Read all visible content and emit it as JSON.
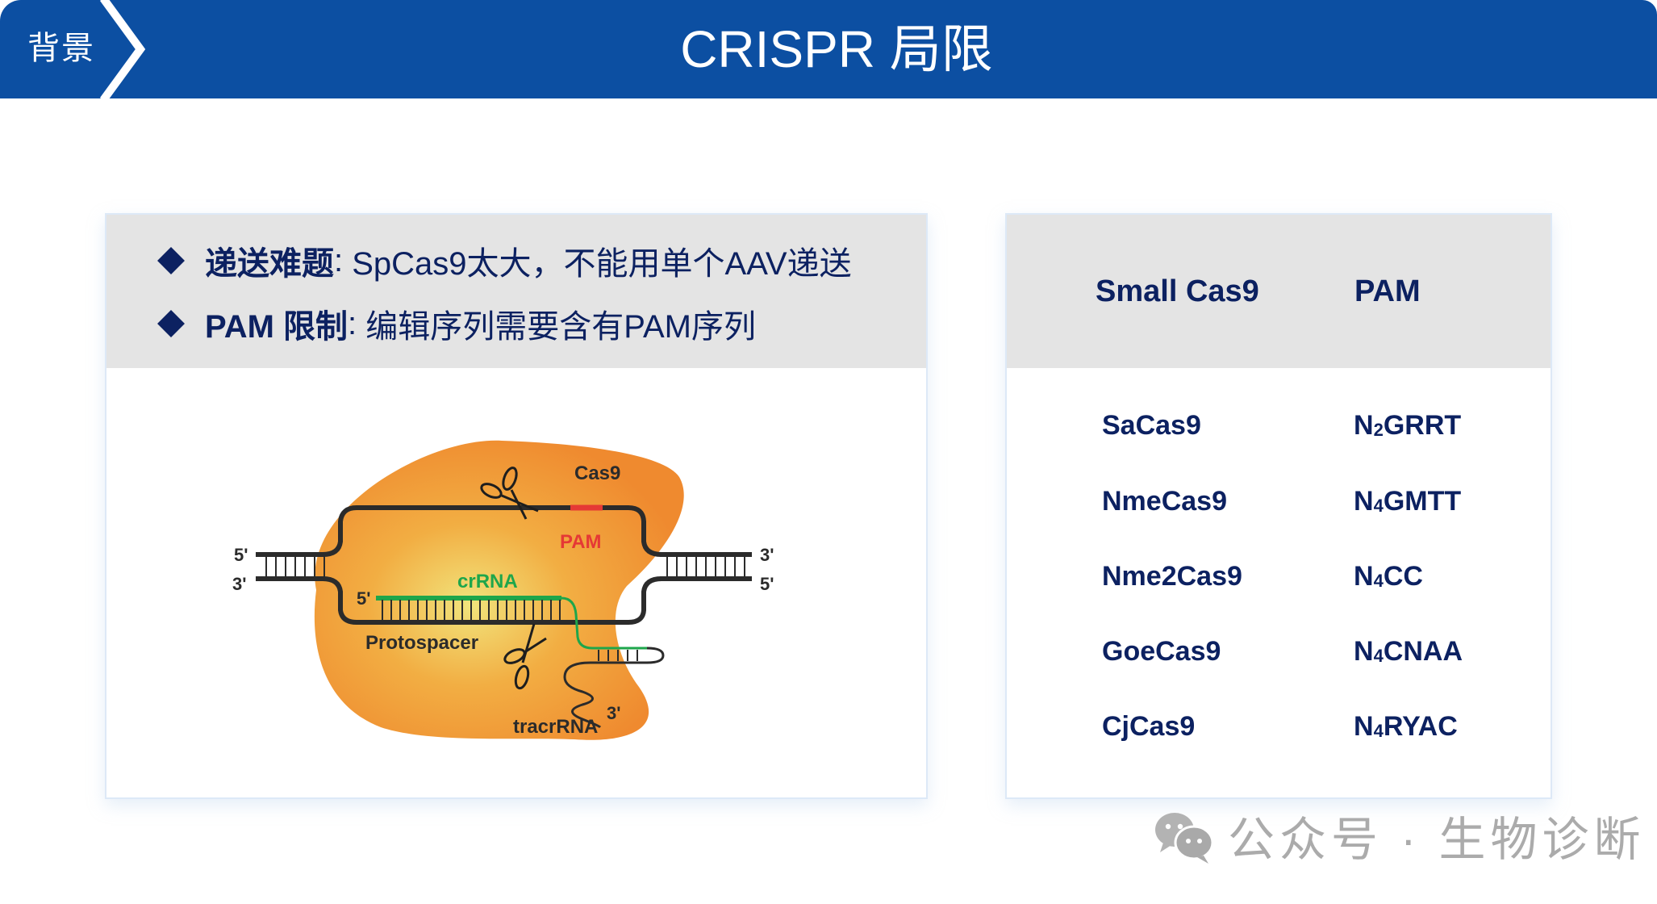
{
  "header": {
    "section_tag": "背景",
    "title": "CRISPR 局限",
    "colors": {
      "header_bg": "#0c4fa2",
      "text_navy": "#0c2161",
      "panel_gray": "#e4e4e4"
    }
  },
  "left_card": {
    "bullets": [
      {
        "label": "递送难题",
        "separator": ": ",
        "text": "SpCas9太大，不能用单个AAV递送"
      },
      {
        "label": "PAM 限制",
        "separator": ": ",
        "text": "编辑序列需要含有PAM序列"
      }
    ],
    "diagram": {
      "protein_label": "Cas9",
      "pam_label": "PAM",
      "crrna_label": "crRNA",
      "protospacer_label": "Protospacer",
      "tracrrna_label": "tracrRNA",
      "left_top_end": "5'",
      "left_bottom_end": "3'",
      "right_top_end": "3'",
      "right_bottom_end": "5'",
      "crrna_start": "5'",
      "tracr_end": "3'",
      "colors": {
        "protein": "#f08a2e",
        "pam": "#e53935",
        "crrna": "#1ea64b",
        "dna": "#2b2b2b"
      }
    }
  },
  "right_card": {
    "columns": [
      "Small Cas9",
      "PAM"
    ],
    "rows": [
      {
        "name": "SaCas9",
        "pam_prefix": "N",
        "pam_sub": "2",
        "pam_rest": "GRRT"
      },
      {
        "name": "NmeCas9",
        "pam_prefix": "N",
        "pam_sub": "4",
        "pam_rest": "GMTT"
      },
      {
        "name": "Nme2Cas9",
        "pam_prefix": "N",
        "pam_sub": "4",
        "pam_rest": "CC"
      },
      {
        "name": "GoeCas9",
        "pam_prefix": "N",
        "pam_sub": "4",
        "pam_rest": "CNAA"
      },
      {
        "name": "CjCas9",
        "pam_prefix": "N",
        "pam_sub": "4",
        "pam_rest": "RYAC"
      }
    ]
  },
  "watermark": {
    "icon": "wechat-icon",
    "text": "公众号 · 生物诊断"
  }
}
